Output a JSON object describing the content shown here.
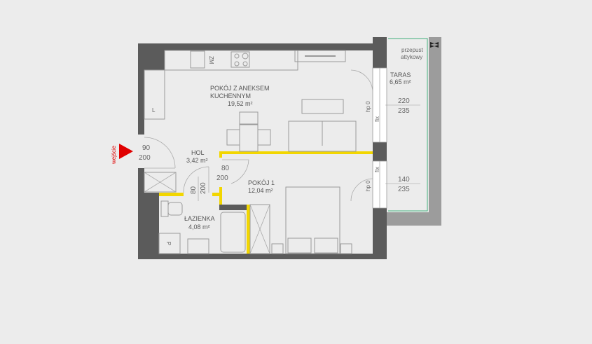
{
  "rooms": {
    "living": {
      "name_line1": "POKÓJ Z ANEKSEM",
      "name_line2": "KUCHENNYM",
      "area": "19,52 m²"
    },
    "hall": {
      "name": "HOL",
      "area": "3,42 m²"
    },
    "room1": {
      "name": "POKÓJ 1",
      "area": "12,04 m²"
    },
    "bathroom": {
      "name": "ŁAZIENKA",
      "area": "4,08 m²"
    },
    "terrace": {
      "name": "TARAS",
      "area": "6,65 m²"
    }
  },
  "doors": {
    "entrance": {
      "width": "90",
      "height": "200"
    },
    "room1": {
      "width": "80",
      "height": "200"
    },
    "bathroom": {
      "width": "80",
      "height": "200"
    }
  },
  "windows": {
    "living": {
      "width": "220",
      "height": "235",
      "sill": "hp 0",
      "fixed": "fix"
    },
    "room1": {
      "width": "140",
      "height": "235",
      "sill": "hp 0",
      "fixed": "fix"
    }
  },
  "labels": {
    "entrance": "wejście",
    "drain_line1": "przepust",
    "drain_line2": "attykowy",
    "fridge": "ZM",
    "cabinet_l": "L",
    "cabinet_p": "P"
  },
  "colors": {
    "wall": "#5b5b5b",
    "partition": "#f2d600",
    "entrance_marker": "#e00000",
    "terrace_outline": "#3fae7a"
  }
}
